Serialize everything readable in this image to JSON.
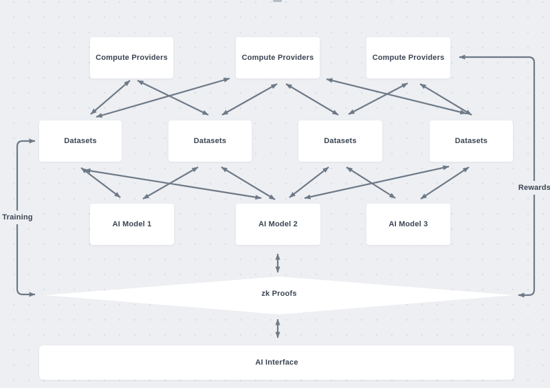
{
  "diagram": {
    "type": "network-architecture-flow",
    "style": {
      "background_color": "#edeff2",
      "node_color": "#ffffff",
      "arrow_color": "#6e7987",
      "text_color": "#3a4452",
      "arrow_style": "double-headed"
    },
    "compute_providers": [
      "Compute Providers",
      "Compute Providers",
      "Compute Providers"
    ],
    "datasets": [
      "Datasets",
      "Datasets",
      "Datasets",
      "Datasets"
    ],
    "ai_models": [
      "AI Model 1",
      "AI Model 2",
      "AI Model 3"
    ],
    "zk_proofs_label": "zk Proofs",
    "ai_interface_label": "AI Interface",
    "training_label": "Training",
    "rewards_label": "Rewards",
    "edges": {
      "compute_to_datasets": [
        [
          "compute-providers-1",
          "datasets-1"
        ],
        [
          "compute-providers-1",
          "datasets-2"
        ],
        [
          "compute-providers-2",
          "datasets-1"
        ],
        [
          "compute-providers-2",
          "datasets-2"
        ],
        [
          "compute-providers-2",
          "datasets-3"
        ],
        [
          "compute-providers-2",
          "datasets-4"
        ],
        [
          "compute-providers-3",
          "datasets-3"
        ],
        [
          "compute-providers-3",
          "datasets-4"
        ]
      ],
      "datasets_to_models": [
        [
          "datasets-1",
          "ai-model-1"
        ],
        [
          "datasets-1",
          "ai-model-2"
        ],
        [
          "datasets-2",
          "ai-model-1"
        ],
        [
          "datasets-2",
          "ai-model-2"
        ],
        [
          "datasets-3",
          "ai-model-2"
        ],
        [
          "datasets-3",
          "ai-model-3"
        ],
        [
          "datasets-4",
          "ai-model-2"
        ],
        [
          "datasets-4",
          "ai-model-3"
        ]
      ],
      "model_to_zk": [
        [
          "ai-model-2",
          "zk-proofs"
        ]
      ],
      "zk_to_interface": [
        [
          "zk-proofs",
          "ai-interface"
        ]
      ],
      "training_loop": [
        "datasets-1",
        "zk-proofs"
      ],
      "rewards_loop": [
        "compute-providers-3",
        "zk-proofs"
      ]
    }
  }
}
